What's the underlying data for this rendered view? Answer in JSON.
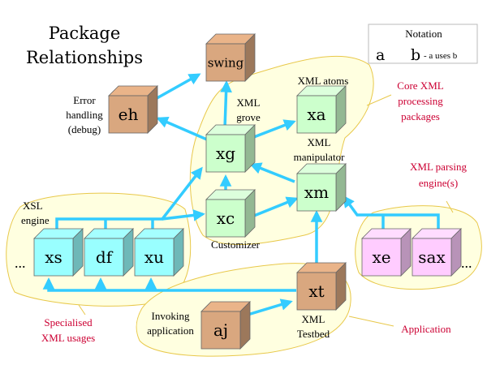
{
  "title": {
    "line1": "Package",
    "line2": "Relationships"
  },
  "notation": {
    "heading": "Notation",
    "a": "a",
    "b": "b",
    "desc": "- a uses b"
  },
  "packages": {
    "swing": "swing",
    "eh": "eh",
    "xg": "xg",
    "xa": "xa",
    "xm": "xm",
    "xc": "xc",
    "xs": "xs",
    "df": "df",
    "xu": "xu",
    "xe": "xe",
    "sax": "sax",
    "xt": "xt",
    "aj": "aj"
  },
  "labels": {
    "error_handling": [
      "Error",
      "handling",
      "(debug)"
    ],
    "xml_grove": [
      "XML",
      "grove"
    ],
    "xml_atoms": "XML atoms",
    "xml_manipulator": [
      "XML",
      "manipulator"
    ],
    "customizer": "Customizer",
    "xsl_engine": [
      "XSL",
      "engine"
    ],
    "invoking_application": [
      "Invoking",
      "application"
    ],
    "xml_testbed": [
      "XML",
      "Testbed"
    ],
    "ellipsis_left": "...",
    "ellipsis_right": "..."
  },
  "regions": {
    "core": [
      "Core XML",
      "processing",
      "packages"
    ],
    "parsing": [
      "XML parsing",
      "engine(s)"
    ],
    "specialised": [
      "Specialised",
      "XML usages"
    ],
    "application": "Application"
  },
  "colors": {
    "arrow": "#33ccff",
    "region_fill": "#ffffe0",
    "region_stroke": "#e8c84a",
    "brown": "#d9a77f",
    "green": "#ccffcc",
    "cyan": "#99ffff",
    "pink": "#ffccff",
    "red_label": "#cc0033"
  }
}
